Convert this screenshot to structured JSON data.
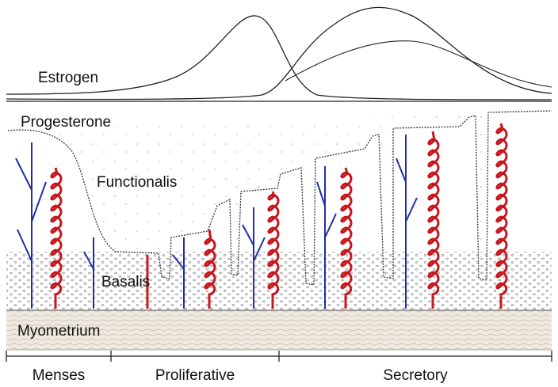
{
  "labels": {
    "estrogen": "Estrogen",
    "progesterone": "Progesterone",
    "functionalis": "Functionalis",
    "basalis": "Basalis",
    "myometrium": "Myometrium"
  },
  "phases": [
    {
      "name": "Menses"
    },
    {
      "name": "Proliferative"
    },
    {
      "name": "Secretory"
    }
  ],
  "colors": {
    "artery": "#c8161d",
    "vein": "#1f2fa8",
    "line": "#222222",
    "basalis_dots": "#8a8a8a",
    "myometrium": "#d9d0c0"
  }
}
